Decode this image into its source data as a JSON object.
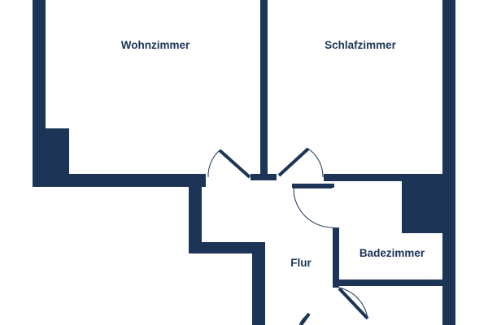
{
  "floor_plan": {
    "colors": {
      "wall": "#1c3557",
      "background": "#ffffff",
      "label": "#1c3557",
      "door_arc": "#1c3557"
    },
    "rooms": [
      {
        "id": "wohnzimmer",
        "label": "Wohnzimmer"
      },
      {
        "id": "schlafzimmer",
        "label": "Schlafzimmer"
      },
      {
        "id": "badezimmer",
        "label": "Badezimmer"
      },
      {
        "id": "flur",
        "label": "Flur"
      }
    ]
  }
}
